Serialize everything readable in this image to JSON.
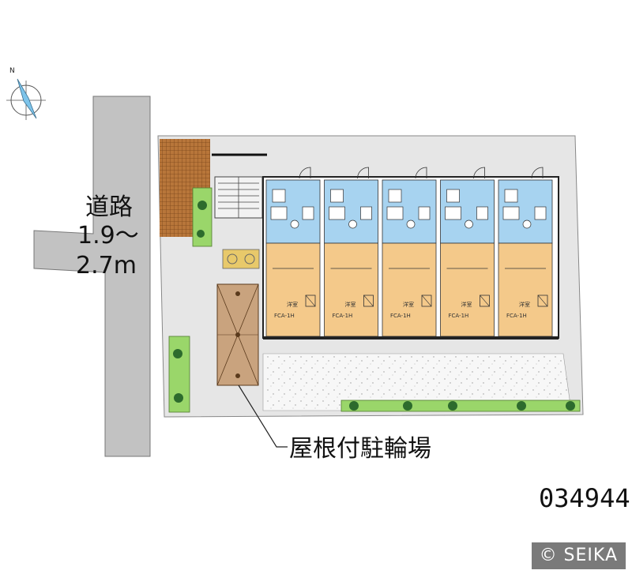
{
  "compass": {
    "north_label": "N"
  },
  "road": {
    "name": "道路",
    "width_line1": "1.9～",
    "width_line2": "2.7m"
  },
  "units": {
    "room_type": "洋室",
    "room_code": "FCA-1H",
    "count": 5
  },
  "parking_label": "屋根付駐輪場",
  "property_id": "034944",
  "copyright": "© SEIKA",
  "colors": {
    "road": "#bdbdbd",
    "lot": "#e6e6e6",
    "wet_area": "#a7d3f0",
    "room": "#f4c98a",
    "planting": "#9ad66a",
    "brick": "#b5702e",
    "bike_shelter": "#c7a07a"
  }
}
